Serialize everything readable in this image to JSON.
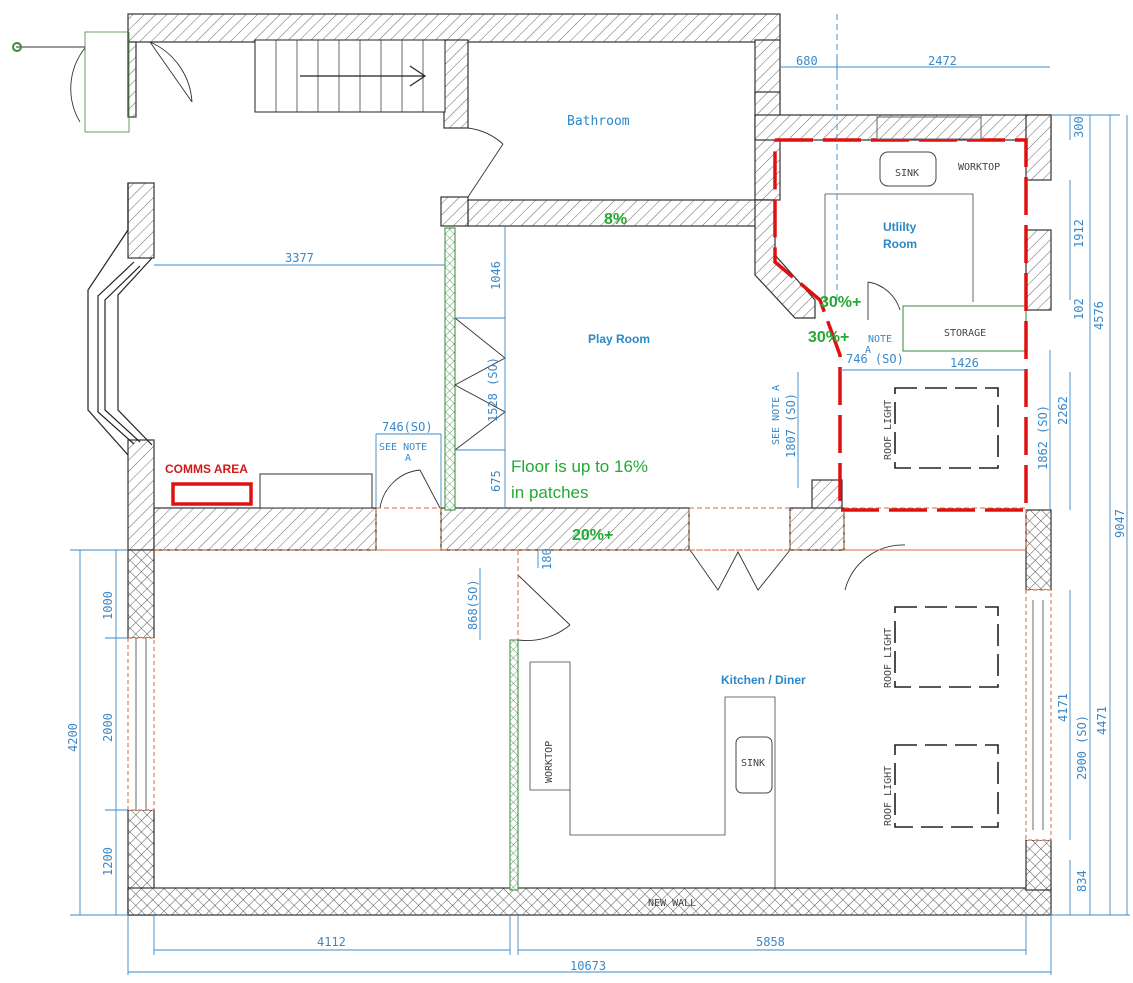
{
  "rooms": {
    "bathroom": "Bathroom",
    "utility": "Utlilty Room",
    "utility_line1": "Utlilty",
    "utility_line2": "Room",
    "play_room": "Play Room",
    "kitchen": "Kitchen / Diner",
    "storage": "STORAGE"
  },
  "fixtures": {
    "sink_utility": "SINK",
    "worktop_utility": "WORKTOP",
    "sink_kitchen": "SINK",
    "worktop_kitchen": "WORKTOP",
    "roof_light": "ROOF LIGHT",
    "new_wall": "NEW WALL",
    "see_note_a_1": "SEE NOTE",
    "see_note_a_2": "A",
    "note_a_1": "NOTE",
    "note_a_2": "A",
    "see_note_vert": "SEE NOTE A"
  },
  "annotations": {
    "pct_8": "8%",
    "pct_30a": "30%+",
    "pct_30b": "30%+",
    "pct_20": "20%+",
    "floor_line1": "Floor is up to 16%",
    "floor_line2": "in patches",
    "comms": "COMMS AREA"
  },
  "dimensions": {
    "d680": "680",
    "d2472": "2472",
    "d300": "300",
    "d1912": "1912",
    "d102": "102",
    "d4576": "4576",
    "d3377": "3377",
    "d1046": "1046",
    "d1528": "1528 (SO)",
    "d675": "675",
    "d746a": "746(SO)",
    "d746b": "746 (SO)",
    "d1426": "1426",
    "d1807": "1807 (SO)",
    "d2262": "2262",
    "d1862": "1862 (SO)",
    "d9047": "9047",
    "d180": "180",
    "d868": "868(SO)",
    "d1000": "1000",
    "d2000": "2000",
    "d1200": "1200",
    "d4200": "4200",
    "d4171": "4171",
    "d2900": "2900 (SO)",
    "d4471": "4471",
    "d834": "834",
    "d4112": "4112",
    "d5858": "5858",
    "d10673": "10673"
  },
  "colors": {
    "dimension": "#3a88c8",
    "annotation_green": "#22aa33",
    "highlight_red": "#e01010"
  }
}
